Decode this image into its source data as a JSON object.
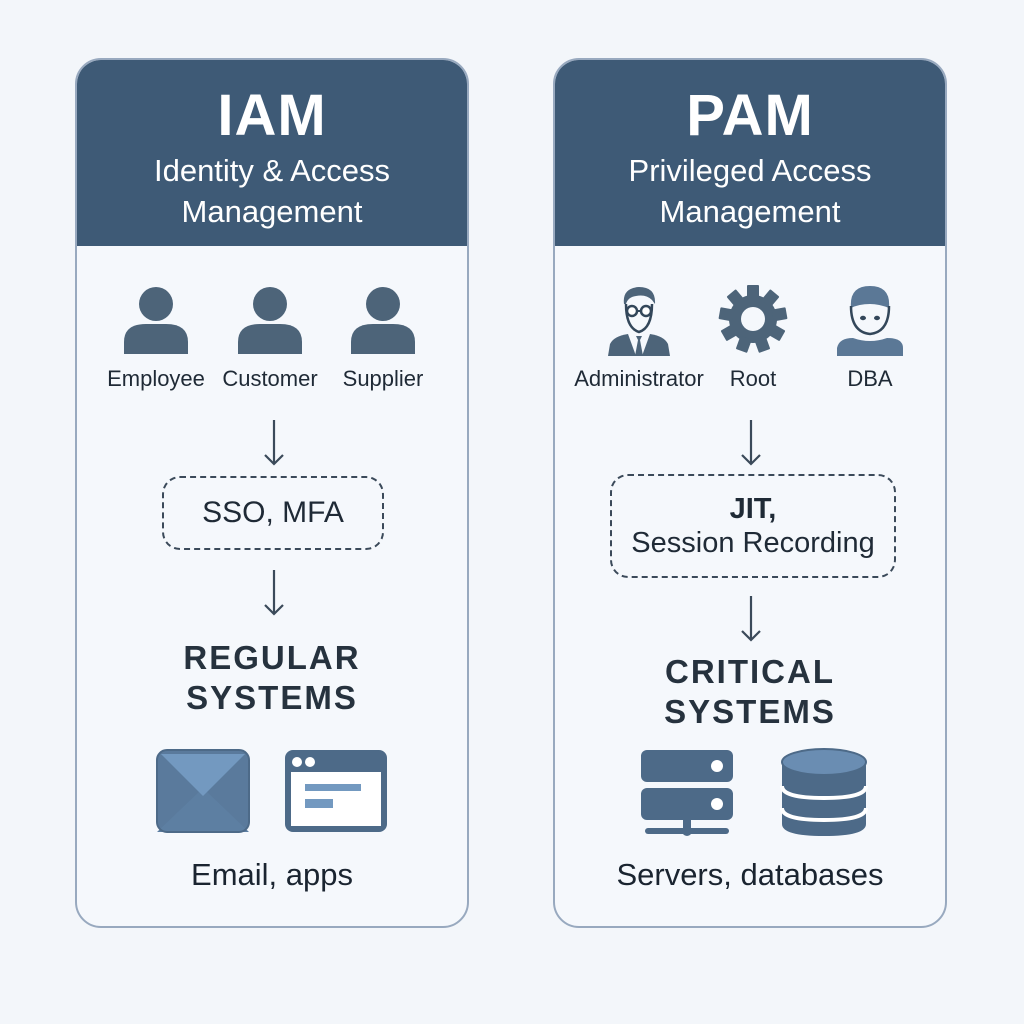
{
  "colors": {
    "background": "#f3f6fa",
    "header": "#3e5a76",
    "panel_border": "#98a9bf",
    "icon_dark": "#4d6479",
    "icon_light": "#6f93bb",
    "text": "#1d2733"
  },
  "iam": {
    "acronym": "IAM",
    "full_name_line1": "Identity & Access",
    "full_name_line2": "Management",
    "roles": [
      {
        "label": "Employee",
        "icon": "user-icon"
      },
      {
        "label": "Customer",
        "icon": "user-icon"
      },
      {
        "label": "Supplier",
        "icon": "user-icon"
      }
    ],
    "controls": "SSO, MFA",
    "systems_line1": "REGULAR",
    "systems_line2": "SYSTEMS",
    "system_icons": [
      "email-icon",
      "app-window-icon"
    ],
    "caption": "Email,  apps"
  },
  "pam": {
    "acronym": "PAM",
    "full_name_line1": "Privileged Access",
    "full_name_line2": "Management",
    "roles": [
      {
        "label": "Administrator",
        "icon": "administrator-icon"
      },
      {
        "label": "Root",
        "icon": "gear-icon"
      },
      {
        "label": "DBA",
        "icon": "dba-user-icon"
      }
    ],
    "controls_line1": "JIT,",
    "controls_line2": "Session Recording",
    "systems_line1": "CRITICAL",
    "systems_line2": "SYSTEMS",
    "system_icons": [
      "server-icon",
      "database-icon"
    ],
    "caption": "Servers,  databases"
  }
}
